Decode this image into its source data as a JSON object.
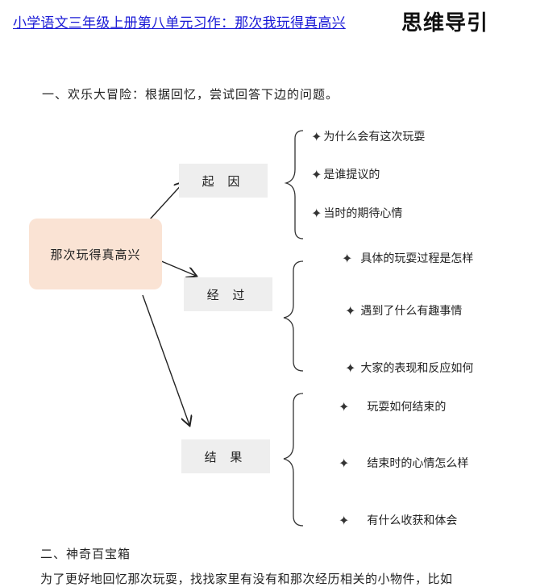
{
  "header": {
    "link_title": "小学语文三年级上册第八单元习作：那次我玩得真高兴",
    "main_title": "思维导引"
  },
  "section1": {
    "heading": "一、欢乐大冒险：根据回忆，尝试回答下边的问题。"
  },
  "mindmap": {
    "center": "那次玩得真高兴",
    "branches": [
      {
        "label": "起 因",
        "items": [
          "为什么会有这次玩耍",
          "是谁提议的",
          "当时的期待心情"
        ]
      },
      {
        "label": "经 过",
        "items": [
          "具体的玩耍过程是怎样",
          "遇到了什么有趣事情",
          "大家的表现和反应如何"
        ]
      },
      {
        "label": "结 果",
        "items": [
          "玩耍如何结束的",
          "结束时的心情怎么样",
          "有什么收获和体会"
        ]
      }
    ],
    "bullet_icon": "four-point-star-icon"
  },
  "section2": {
    "heading": "二、神奇百宝箱",
    "paragraph": "为了更好地回忆那次玩耍，找找家里有没有和那次经历相关的小物件，比如"
  }
}
